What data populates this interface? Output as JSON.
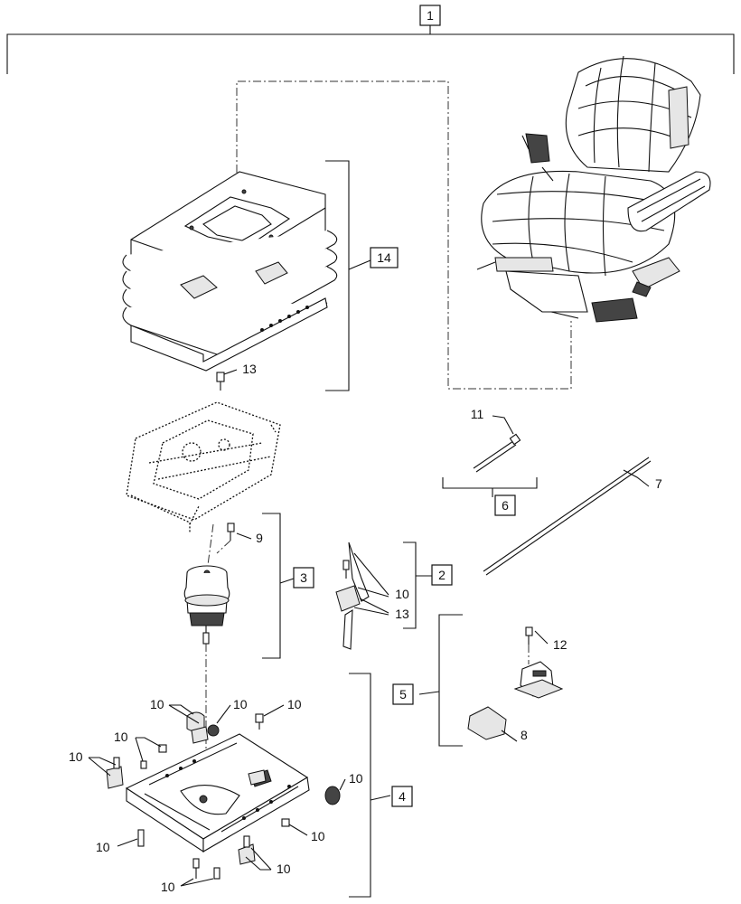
{
  "callouts": {
    "c1": "1",
    "c2": "2",
    "c3": "3",
    "c4": "4",
    "c5": "5",
    "c6": "6",
    "c7": "7",
    "c8": "8",
    "c9": "9",
    "c11": "11",
    "c12": "12",
    "c13": "13",
    "c14": "14"
  },
  "ten": "10",
  "thirteen": "13"
}
